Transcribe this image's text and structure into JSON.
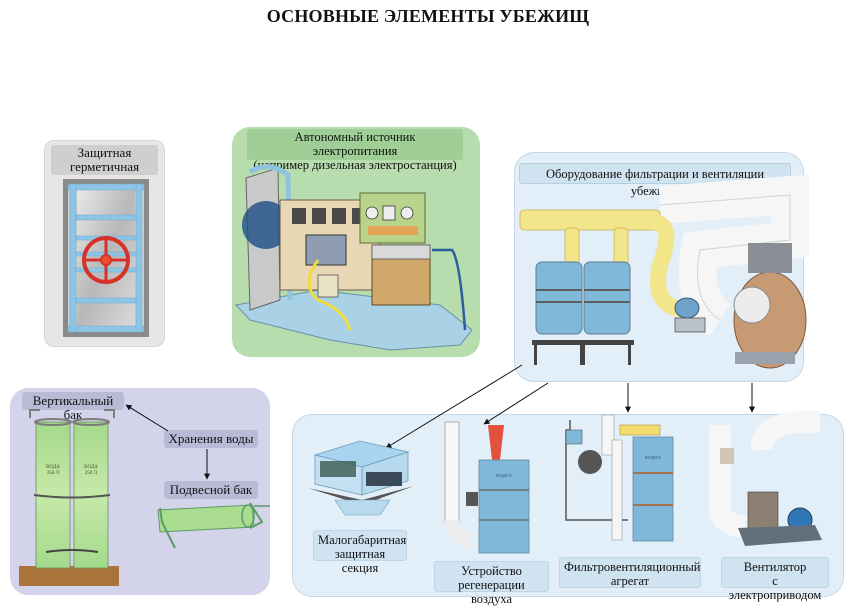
{
  "title": "ОСНОВНЫЕ ЭЛЕМЕНТЫ УБЕЖИЩ",
  "panels": {
    "door": {
      "label": [
        "Защитная",
        "герметичная дверь"
      ]
    },
    "generator": {
      "label": [
        "Автономный источник электропитания",
        "(например дизельная электростанция)"
      ]
    },
    "filtration": {
      "label": "Оборудование фильтрации и вентиляции убежища"
    },
    "water": {
      "vertical_tank_label": "Вертикальный бак",
      "storage_label": "Хранения воды",
      "hanging_tank_label": "Подвесной бак",
      "tank_text": [
        "ВОДА",
        "250 Л"
      ]
    },
    "equipment": {
      "items": [
        {
          "label": [
            "Малогабаритная",
            "защитная секция"
          ]
        },
        {
          "label": [
            "Устройство",
            "регенерации воздуха"
          ],
          "drum_text": "ВОЗДУХ"
        },
        {
          "label": [
            "Фильтровентиляционный",
            "агрегат"
          ],
          "drum_text": "ВОЗДУХ"
        },
        {
          "label": [
            "Вентилятор",
            "с электроприводом"
          ]
        }
      ]
    }
  },
  "colors": {
    "door_panel": "#e6e6e6",
    "generator_panel": "#b7dcae",
    "filtration_panel": "#e2eef8",
    "water_panel": "#d3d4ea",
    "equipment_panel": "#e3eff8",
    "valve_red": "#d8312a",
    "frame_blue": "#8cc5e6",
    "tank_green": "#a9dc8f",
    "drum_blue": "#7fb8d8",
    "pipe_yellow": "#f3e58a"
  }
}
